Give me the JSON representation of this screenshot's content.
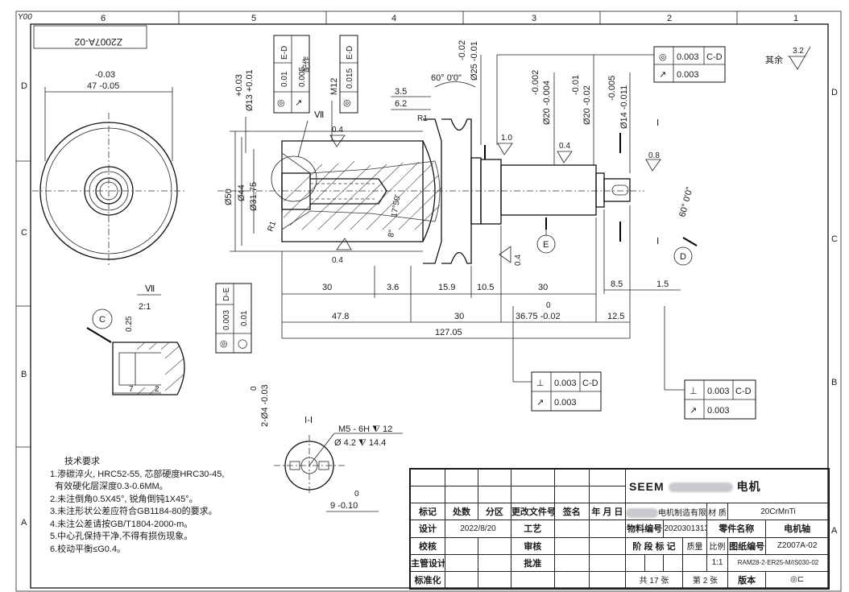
{
  "drawing_no_mirrored": "Z2007A-02",
  "corner_mark": "Y00",
  "zones": {
    "columns": [
      "6",
      "5",
      "4",
      "3",
      "2",
      "1"
    ],
    "rows": [
      "D",
      "C",
      "B",
      "A"
    ]
  },
  "roughness_other": "其余",
  "roughness_value": "3.2",
  "dims": {
    "end_dia_tol": "-0.03",
    "end_dia": "47 -0.05",
    "d13_tol": "+0.03\n+0.01",
    "d13": "Ø13 +0.01",
    "d13_up": "+0.03",
    "d13_lo": "Ø13 +0.01",
    "m12": "M12",
    "len_3_5": "3.5",
    "len_6_2": "6.2",
    "chamfer_r": "R1",
    "angle_60": "60° 0'0\"",
    "groove_up": "-0.02",
    "groove_lo": "Ø25 -0.01",
    "d20a_up": "-0.002",
    "d20a_lo": "Ø20 -0.004",
    "d20b_up": "-0.01",
    "d20b_lo": "Ø20 -0.02",
    "d14_up": "-0.005",
    "d14_lo": "Ø14 -0.011",
    "d50": "Ø50",
    "d44": "Ø44",
    "d31": "Ø31.75",
    "ra_04": "0.4",
    "ra_10": "1.0",
    "ra_08": "0.8",
    "view7": "Ⅶ",
    "sec1": "Ⅰ",
    "r1_left": "R1",
    "angle_17": "17°50'",
    "angle_8": "8°",
    "angle_60b": "60° 0'0\"",
    "l30a": "30",
    "l3_6": "3.6",
    "l15_9": "15.9",
    "l10_5": "10.5",
    "l30b": "30",
    "l8_5": "8.5",
    "l1_5": "1.5",
    "l47_8": "47.8",
    "l30c": "30",
    "l36_up": "0",
    "l36": "36.75 -0.02",
    "l12_5": "12.5",
    "l127": "127.05",
    "scale_label": "Ⅶ",
    "scale": "2:1",
    "detail_025": "0.25",
    "detail_7": "7",
    "detail_2": "2",
    "hole_up": "0",
    "hole": "2-Ø4 -0.03",
    "section": "Ⅰ-Ⅰ",
    "m5": "M5 - 6H ⧨ 12",
    "m5_drill": "Ø 4.2 ⧨ 14.4",
    "width_up": "0",
    "width": "9 -0.10",
    "paint_mark": "配作"
  },
  "datums": {
    "c": "C",
    "d": "D",
    "e": "E"
  },
  "gdt": {
    "f_top_right": [
      [
        "◎",
        "0.003",
        "C-D"
      ],
      [
        "↗",
        "0.003",
        ""
      ]
    ],
    "f_mid1": [
      [
        "⊥",
        "0.003",
        "C-D"
      ],
      [
        "↗",
        "0.003",
        ""
      ]
    ],
    "f_mid2": [
      [
        "⊥",
        "0.003",
        "C-D"
      ],
      [
        "↗",
        "0.003",
        ""
      ]
    ],
    "f_left": [
      [
        "◎",
        "0.003",
        "D-E"
      ],
      [
        "◯",
        "0.01",
        ""
      ]
    ],
    "f_top_a": [
      [
        "◎",
        "0.01",
        "E-D"
      ],
      [
        "↗",
        "0.005",
        ""
      ]
    ],
    "f_top_b": [
      [
        "◎",
        "0.015",
        "E-D"
      ]
    ]
  },
  "notes": {
    "title": "技术要求",
    "items": [
      "1.渗碳淬火, HRC52-55, 芯部硬度HRC30-45,",
      "  有效硬化层深度0.3-0.6MM。",
      "2.未注倒角0.5X45°, 锐角倒钝1X45°。",
      "3.未注形状公差应符合GB1184-80的要求。",
      "4.未注公差请按GB/T1804-2000-m。",
      "5.中心孔保持干净,不得有损伤现象。",
      "6.校动平衡≤G0.4。"
    ]
  },
  "title_block": {
    "headers": [
      "标记",
      "处数",
      "分区",
      "更改文件号",
      "签名",
      "年 月 日"
    ],
    "design": "设计",
    "design_date": "2022/8/20",
    "craft": "工艺",
    "check": "校核",
    "review": "审核",
    "chief": "主管设计",
    "approve": "批准",
    "standard": "标准化",
    "logo": "SEEM",
    "product_suffix": "电机",
    "company_suffix": "电机制造有限公司",
    "material_label": "材 质",
    "material": "20CrMnTi",
    "item_no_label": "物料编号",
    "item_no": "2020301313",
    "part_name_label": "零件名称",
    "part_name": "电机轴",
    "stage_label": "阶 段 标 记",
    "mass_label": "质量",
    "scale_label": "比例",
    "drawing_no_label": "图纸编号",
    "drawing_no": "Z2007A-02",
    "scale": "1:1",
    "assembly_no": "RAM28-2-ER25-M/IS030-02",
    "sheets_total": "共 17 张",
    "sheet_no": "第 2 张",
    "version_label": "版本",
    "projection_symbol": "◎⊏"
  }
}
